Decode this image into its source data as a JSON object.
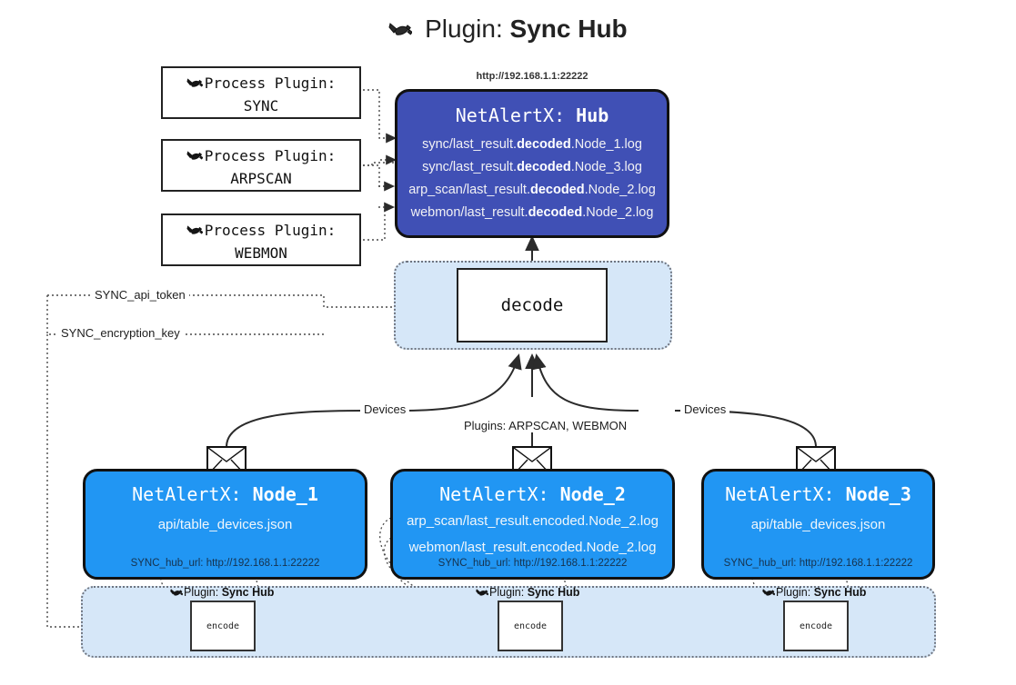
{
  "page": {
    "title_prefix": "Plugin:",
    "title_name": "Sync Hub",
    "plug_icon": "plug-icon"
  },
  "process_plugins": [
    {
      "label": "Process Plugin:",
      "name": "SYNC"
    },
    {
      "label": "Process Plugin:",
      "name": "ARPSCAN"
    },
    {
      "label": "Process Plugin:",
      "name": "WEBMON"
    }
  ],
  "hub": {
    "url": "http://192.168.1.1:22222",
    "title_prefix": "NetAlertX:",
    "title_name": "Hub",
    "logs": [
      {
        "pre": "sync/last_result.",
        "mid": "decoded",
        "post": ".Node_1.log"
      },
      {
        "pre": "sync/last_result.",
        "mid": "decoded",
        "post": ".Node_3.log"
      },
      {
        "pre": "arp_scan/last_result.",
        "mid": "decoded",
        "post": ".Node_2.log"
      },
      {
        "pre": "webmon/last_result.",
        "mid": "decoded",
        "post": ".Node_2.log"
      }
    ]
  },
  "decode": {
    "label": "decode"
  },
  "secrets": [
    {
      "label": "SYNC_api_token"
    },
    {
      "label": "SYNC_encryption_key"
    }
  ],
  "edges": {
    "devices_left": "Devices",
    "devices_right": "Devices",
    "plugins_center": "Plugins: ARPSCAN, WEBMON"
  },
  "nodes": [
    {
      "title_prefix": "NetAlertX:",
      "title_name": "Node_1",
      "lines": [
        "api/table_devices.json"
      ],
      "hub_url_label": "SYNC_hub_url:",
      "hub_url_value": "http://192.168.1.1:22222",
      "encode_caption_prefix": "Plugin:",
      "encode_caption_name": "Sync Hub",
      "encode_label": "encode"
    },
    {
      "title_prefix": "NetAlertX:",
      "title_name": "Node_2",
      "lines": [
        "arp_scan/last_result.encoded.Node_2.log",
        "webmon/last_result.encoded.Node_2.log"
      ],
      "hub_url_label": "SYNC_hub_url:",
      "hub_url_value": "http://192.168.1.1:22222",
      "encode_caption_prefix": "Plugin:",
      "encode_caption_name": "Sync Hub",
      "encode_label": "encode"
    },
    {
      "title_prefix": "NetAlertX:",
      "title_name": "Node_3",
      "lines": [
        "api/table_devices.json"
      ],
      "hub_url_label": "SYNC_hub_url:",
      "hub_url_value": "http://192.168.1.1:22222",
      "encode_caption_prefix": "Plugin:",
      "encode_caption_name": "Sync Hub",
      "encode_label": "encode"
    }
  ],
  "colors": {
    "hub": "#4050b5",
    "node": "#2196f3",
    "region": "#d6e7f8",
    "stroke": "#111111",
    "dotted": "#6f7580"
  }
}
